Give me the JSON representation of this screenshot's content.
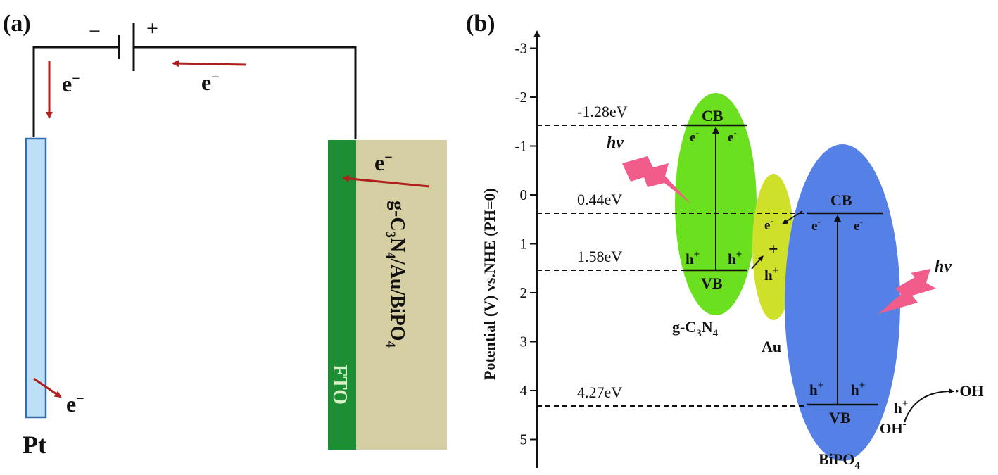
{
  "panel_a": {
    "label": "(a)",
    "battery_minus": "−",
    "battery_plus": "+",
    "electron": "e",
    "electron_sup": "−",
    "pt_label": "Pt",
    "fto_label": "FTO",
    "composite_label_parts": [
      "g-C",
      "3",
      "N",
      "4",
      "/Au/BiPO",
      "4"
    ],
    "colors": {
      "wire": "#111111",
      "arrow": "#b01e1e",
      "pt_fill": "#bde0f7",
      "pt_stroke": "#2f6fb3",
      "fto_fill": "#1e8e34",
      "fto_text": "#d9f3c8",
      "composite_fill": "#d6cfa3"
    }
  },
  "panel_b": {
    "label": "(b)",
    "y_axis_label": "Potential (V) vs.NHE (PH=0)",
    "y_ticks": [
      "-3",
      "-2",
      "-1",
      "0",
      "1",
      "2",
      "3",
      "4",
      "5"
    ],
    "levels": [
      {
        "label": "-1.28eV",
        "value": -1.28
      },
      {
        "label": "0.44eV",
        "value": 0.44
      },
      {
        "label": "1.58eV",
        "value": 1.58
      },
      {
        "label": "4.27eV",
        "value": 4.27
      }
    ],
    "hv": "hv",
    "cb": "CB",
    "vb": "VB",
    "electron": "e",
    "electron_sup": "-",
    "hole": "h",
    "hole_sup": "+",
    "plus": "+",
    "gcn_label_parts": [
      "g-C",
      "3",
      "N",
      "4"
    ],
    "au_label": "Au",
    "bipo4_label_parts": [
      "BiPO",
      "4"
    ],
    "oh_radical": "·OH",
    "oh_minus": "OH",
    "oh_minus_sup": "-",
    "colors": {
      "gcn": "#6be01f",
      "au": "#cfe02a",
      "bipo4": "#5580e6",
      "lightning": "#f25c8a"
    }
  }
}
